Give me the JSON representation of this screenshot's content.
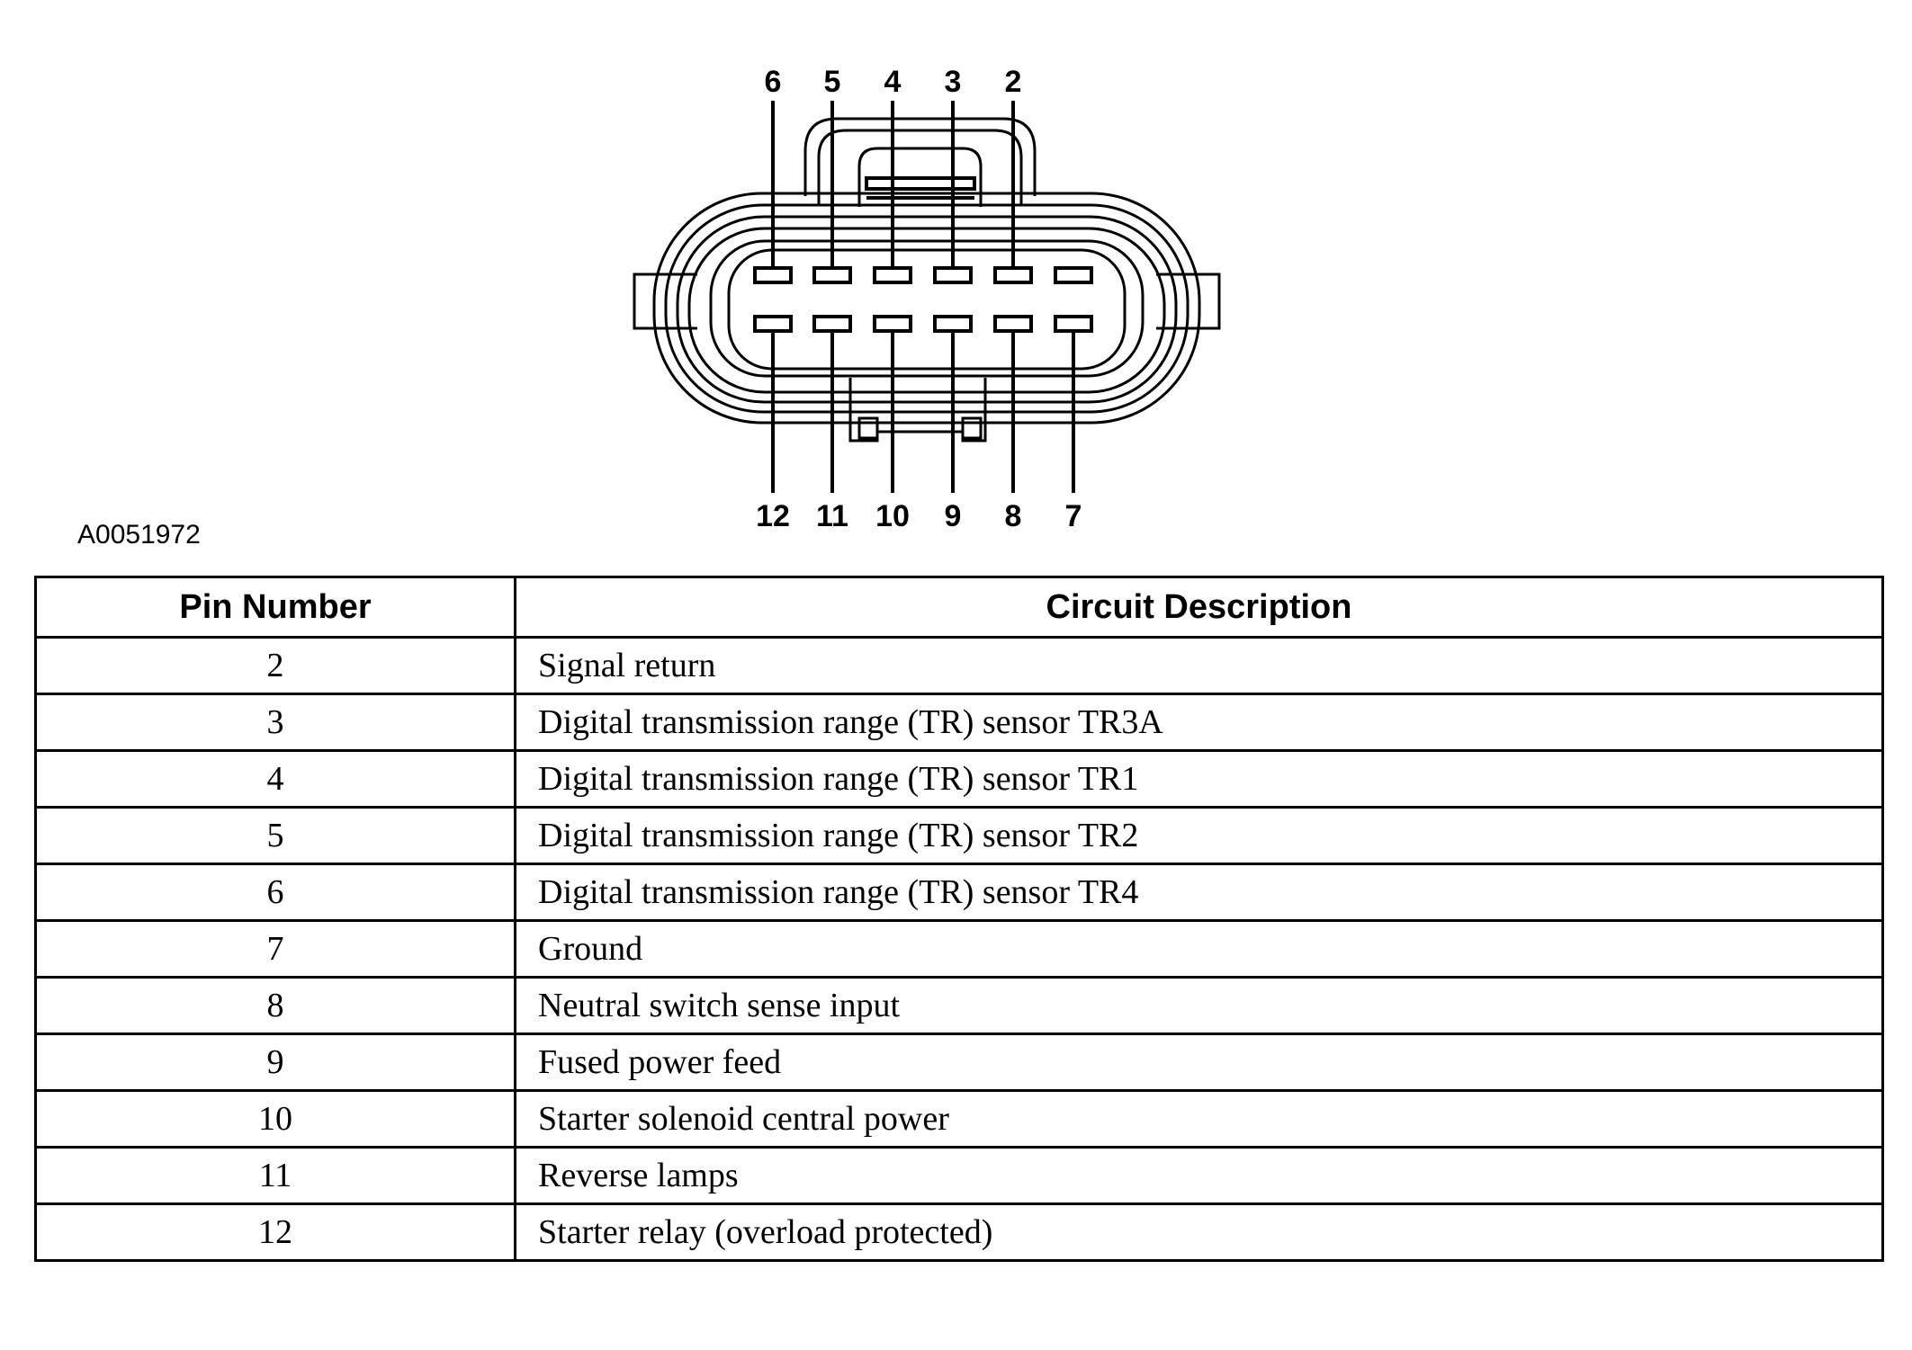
{
  "diagram": {
    "figure_id": "A0051972",
    "top_pin_labels": [
      "6",
      "5",
      "4",
      "3",
      "2"
    ],
    "bottom_pin_labels": [
      "12",
      "11",
      "10",
      "9",
      "8",
      "7"
    ]
  },
  "table": {
    "headers": {
      "pin": "Pin Number",
      "description": "Circuit Description"
    },
    "rows": [
      {
        "pin": "2",
        "description": "Signal return"
      },
      {
        "pin": "3",
        "description": "Digital transmission range (TR) sensor TR3A"
      },
      {
        "pin": "4",
        "description": "Digital transmission range (TR) sensor TR1"
      },
      {
        "pin": "5",
        "description": "Digital transmission range (TR) sensor TR2"
      },
      {
        "pin": "6",
        "description": "Digital transmission range (TR) sensor TR4"
      },
      {
        "pin": "7",
        "description": "Ground"
      },
      {
        "pin": "8",
        "description": "Neutral switch sense input"
      },
      {
        "pin": "9",
        "description": "Fused power feed"
      },
      {
        "pin": "10",
        "description": "Starter solenoid central power"
      },
      {
        "pin": "11",
        "description": "Reverse lamps"
      },
      {
        "pin": "12",
        "description": "Starter relay (overload protected)"
      }
    ]
  }
}
